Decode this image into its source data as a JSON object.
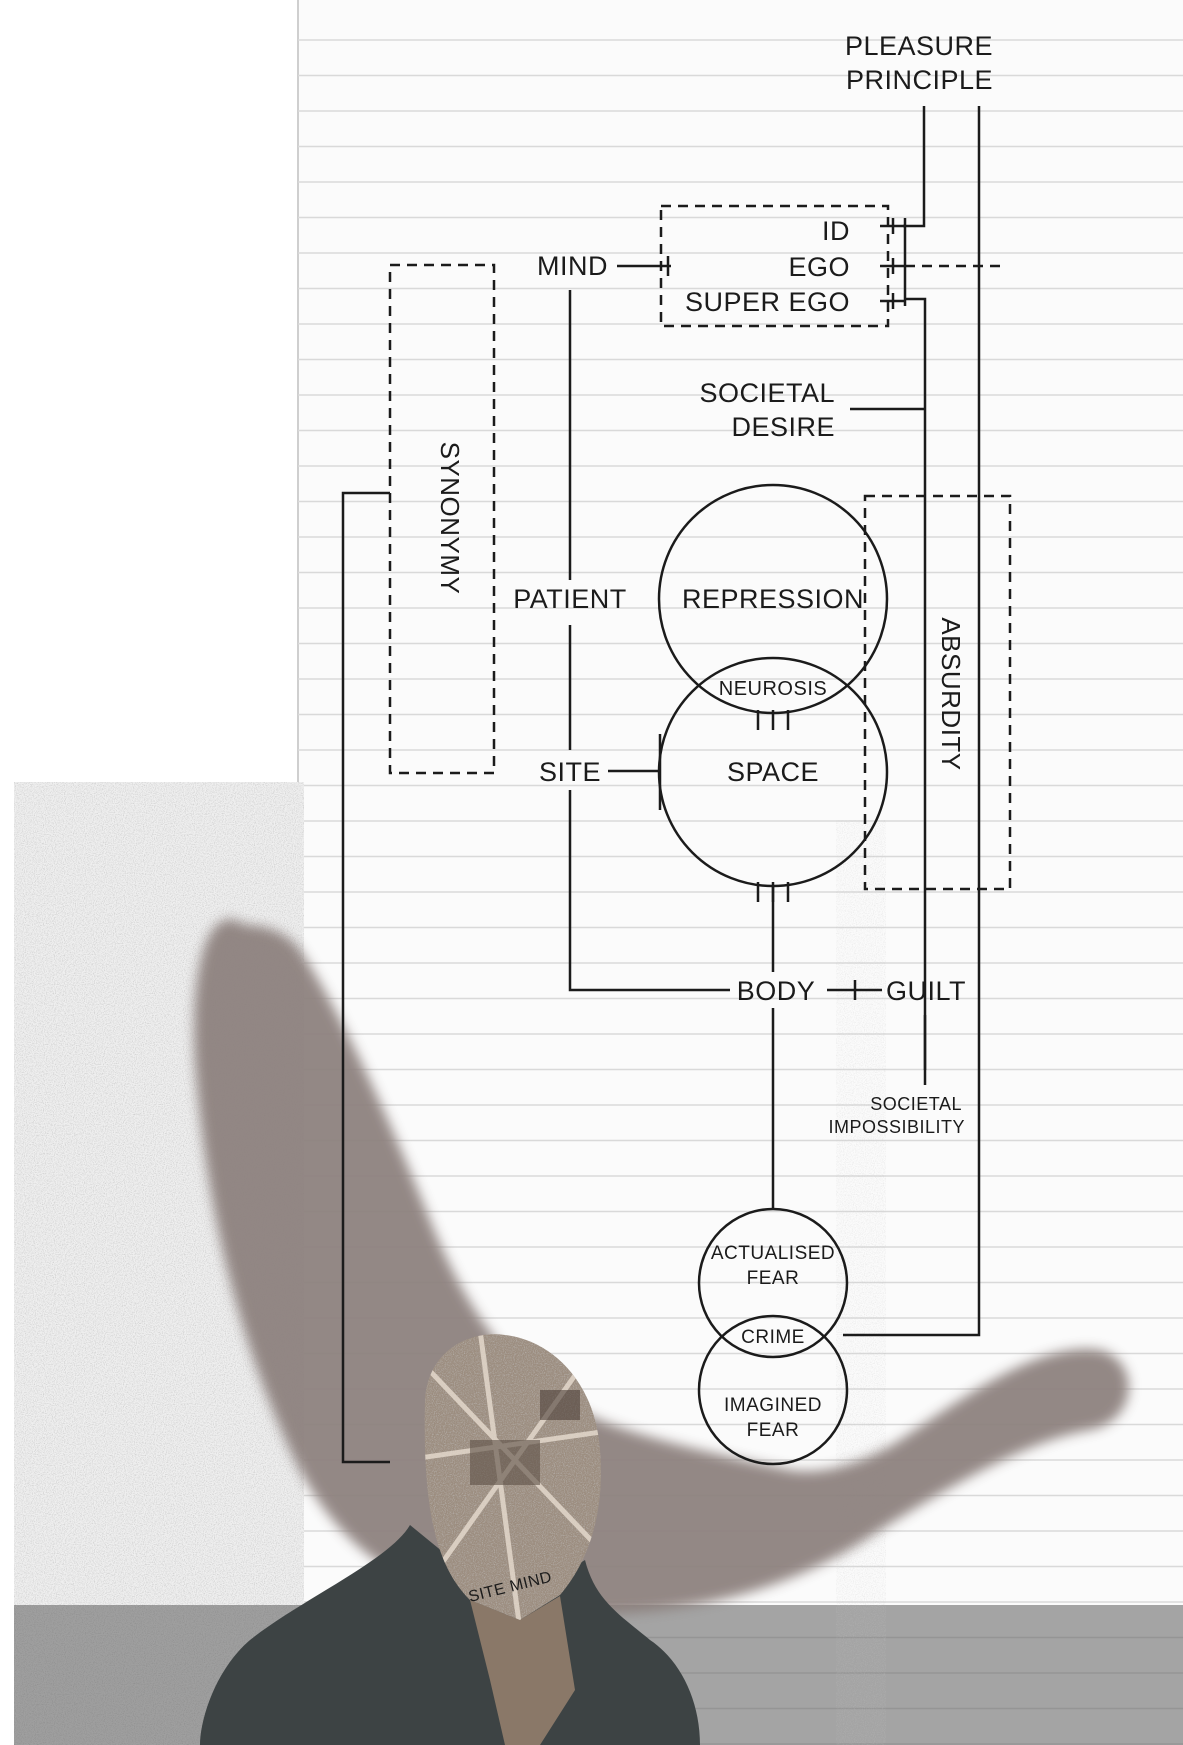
{
  "diagram": {
    "labels": {
      "pleasure_principle_1": "PLEASURE",
      "pleasure_principle_2": "PRINCIPLE",
      "id": "ID",
      "ego": "EGO",
      "super_ego": "SUPER EGO",
      "mind": "MIND",
      "synonymy": "SYNONYMY",
      "societal_desire_1": "SOCIETAL",
      "societal_desire_2": "DESIRE",
      "patient": "PATIENT",
      "repression": "REPRESSION",
      "neurosis": "NEUROSIS",
      "absurdity": "ABSURDITY",
      "site": "SITE",
      "space": "SPACE",
      "body": "BODY",
      "guilt": "GUILT",
      "societal_impossibility_1": "SOCIETAL",
      "societal_impossibility_2": "IMPOSSIBILITY",
      "actualised_fear_1": "ACTUALISED",
      "actualised_fear_2": "FEAR",
      "crime": "CRIME",
      "imagined_fear_1": "IMAGINED",
      "imagined_fear_2": "FEAR"
    },
    "collage": {
      "head_caption": "SITE MIND"
    },
    "colors": {
      "ink": "#1b1b1b",
      "paper": "#fbfbfb",
      "ruled_line": "#d6d6d6",
      "shadow": "#8b7f7c",
      "jacket": "#3d4344"
    }
  }
}
